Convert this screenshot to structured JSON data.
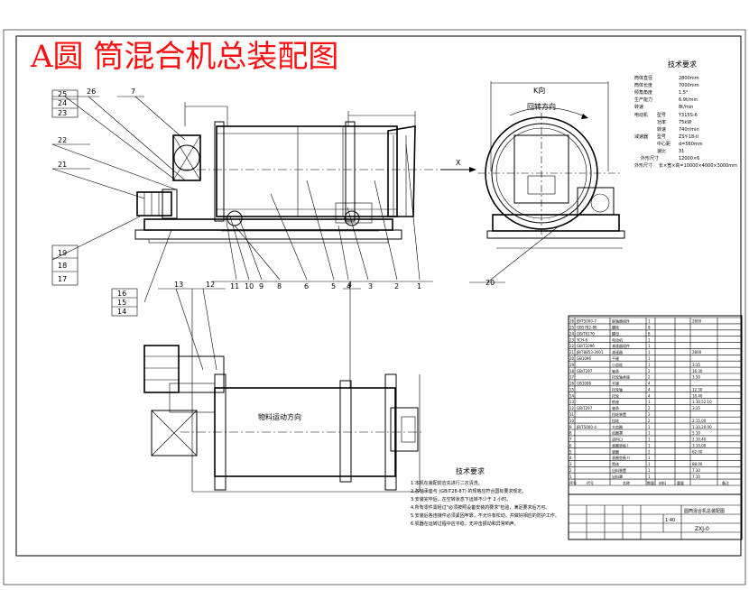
{
  "title": "A圆 筒混合机总装配图",
  "view_labels": {
    "k_view": "K向",
    "rotation_direction": "回转方向",
    "x_arrow": "X",
    "material_direction": "物料运动方向"
  },
  "callouts": {
    "upper_left": [
      "25",
      "26",
      "7",
      "24",
      "23",
      "22",
      "21",
      "19",
      "18",
      "17",
      "16",
      "15",
      "14"
    ],
    "bottom_row": [
      "11",
      "10",
      "9",
      "8",
      "6",
      "5",
      "4",
      "3",
      "2",
      "1"
    ],
    "side_view": "20",
    "plan_view": [
      "13",
      "12",
      "4"
    ]
  },
  "tech_requirements_top": {
    "heading": "技术要求",
    "rows": [
      {
        "label": "筒体直径",
        "value": "2800mm"
      },
      {
        "label": "筒体长度",
        "value": "7000mm"
      },
      {
        "label": "倾角角度",
        "value": "1.5°"
      },
      {
        "label": "生产能力",
        "value": "6.9t/min"
      },
      {
        "label": "转速",
        "value": "8t/min"
      },
      {
        "label": "电动机",
        "sub": "型号",
        "value": "Y315S-6"
      },
      {
        "sub": "功率",
        "value": "75kW"
      },
      {
        "sub": "转速",
        "value": "740r/min"
      },
      {
        "label": "减速器",
        "sub": "型号",
        "value": "ZSY-18-II"
      },
      {
        "sub": "中心距",
        "value": "d=560mm"
      },
      {
        "sub": "速比",
        "value": "31"
      },
      {
        "label": "外形尺寸",
        "value": "12000×6"
      },
      {
        "label": "外形尺寸",
        "value": "长×宽×高=10000×4000×3000mm"
      }
    ]
  },
  "tech_requirements_bottom": {
    "heading": "技术要求",
    "items": [
      "1.本机在装配前应先进行二次清洗。",
      "2.各轴承座与 (GB/T28-87) 的规格应符合国标要求规定。",
      "3.安装完毕后，在空转状态下运转不少于 2 小时。",
      "4.所有零件需经过\"必须按照设备安装的要求\"检验，满足要求后方可。",
      "5.安装后各连接件必须紧固牢靠，不允许有松动，并做好相应的防护工作。",
      "6.机器在运转过程中应平稳，无冲击振动和异常响声。"
    ]
  },
  "parts_list": {
    "rows": [
      {
        "no": "26",
        "code": "JB/T5000-7",
        "name": "联轴器组件",
        "qty": "1",
        "note": "2800"
      },
      {
        "no": "25",
        "code": "GB5782-86",
        "name": "螺栓",
        "qty": "8",
        "note": ""
      },
      {
        "no": "24",
        "code": "GB/T6170",
        "name": "螺母",
        "qty": "8",
        "note": ""
      },
      {
        "no": "23",
        "code": "YCH-6",
        "name": "电动机",
        "qty": "1",
        "note": ""
      },
      {
        "no": "22",
        "code": "GB/T1096",
        "name": "减速器组件",
        "qty": "1",
        "note": ""
      },
      {
        "no": "21",
        "code": "JB/T8853-2001",
        "name": "减速器",
        "qty": "1",
        "note": "2800"
      },
      {
        "no": "20",
        "code": "GB1096",
        "name": "平键",
        "qty": "1",
        "note": ""
      },
      {
        "no": "19",
        "code": "",
        "name": "小齿轮",
        "qty": "1",
        "note": "3.15"
      },
      {
        "no": "18",
        "code": "GB/T297",
        "name": "轴承",
        "qty": "2",
        "note": "16.30"
      },
      {
        "no": "17",
        "code": "",
        "name": "托轮轴承座",
        "qty": "2",
        "note": "3.50"
      },
      {
        "no": "16",
        "code": "GB1096",
        "name": "平键",
        "qty": "4",
        "note": ""
      },
      {
        "no": "15",
        "code": "",
        "name": "托轮轴",
        "qty": "4",
        "note": "12.50"
      },
      {
        "no": "14",
        "code": "",
        "name": "托轮",
        "qty": "4",
        "note": "18.40"
      },
      {
        "no": "13",
        "code": "",
        "name": "底座",
        "qty": "1",
        "note": "1.10,52.10"
      },
      {
        "no": "12",
        "code": "GB/T297",
        "name": "轴承",
        "qty": "2",
        "note": "3.15"
      },
      {
        "no": "11",
        "code": "",
        "name": "挡轮装置",
        "qty": "2",
        "note": ""
      },
      {
        "no": "10",
        "code": "",
        "name": "挡轮",
        "qty": "2",
        "note": "2.15,00"
      },
      {
        "no": "9",
        "code": "JB/T5000-4",
        "name": "大齿圈",
        "qty": "1",
        "note": "1.10,20.00"
      },
      {
        "no": "8",
        "code": "",
        "name": "齿圈罩",
        "qty": "1",
        "note": "5.10"
      },
      {
        "no": "7",
        "code": "",
        "name": "进料口",
        "qty": "1",
        "note": "2.10,40"
      },
      {
        "no": "6",
        "code": "",
        "name": "滚圈垫板 I",
        "qty": "1",
        "note": "3.10,00"
      },
      {
        "no": "5",
        "code": "",
        "name": "滚圈",
        "qty": "2",
        "note": "62.00"
      },
      {
        "no": "4",
        "code": "",
        "name": "滚圈垫板 II",
        "qty": "1",
        "note": ""
      },
      {
        "no": "3",
        "code": "",
        "name": "筒体",
        "qty": "1",
        "note": "88.00"
      },
      {
        "no": "2",
        "code": "",
        "name": "出料装置",
        "qty": "1",
        "note": "7.30"
      },
      {
        "no": "1",
        "code": "",
        "name": "出料罩",
        "qty": "1",
        "note": "7.10"
      }
    ],
    "header": {
      "no": "序号",
      "code": "代号",
      "name": "名称",
      "qty": "数量",
      "material": "材料",
      "weight": "重量",
      "note": "备注"
    }
  },
  "title_block": {
    "drawing_name": "圆筒混合机总装配图",
    "code": "ZXJ-0",
    "scale": "1:40"
  }
}
